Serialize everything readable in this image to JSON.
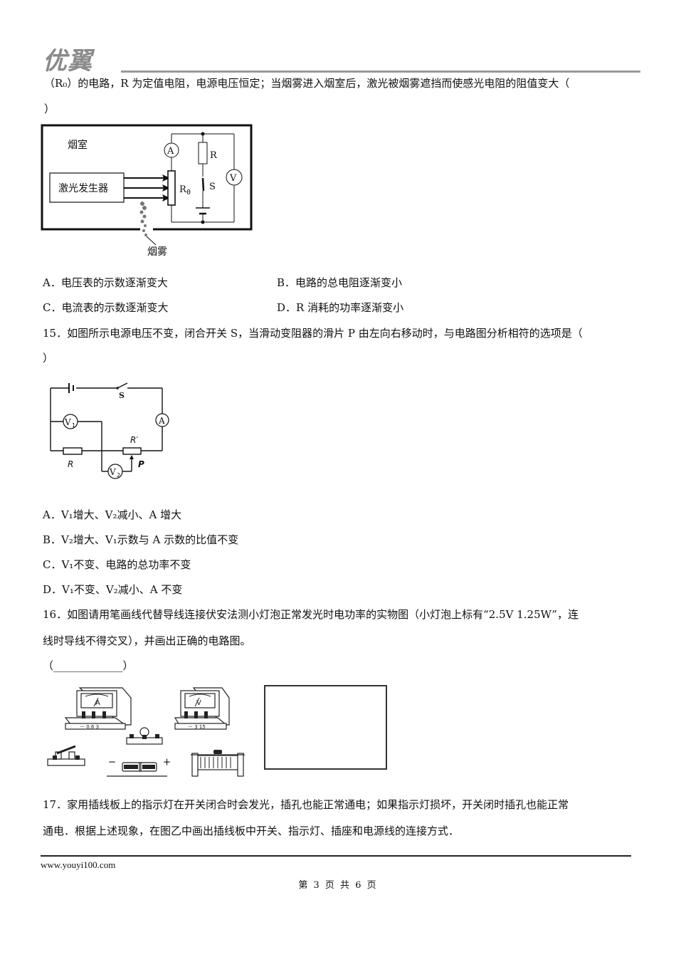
{
  "header": {
    "logo_text": "优翼"
  },
  "q14": {
    "stem_line1": "（R₀）的电路，R 为定值电阻，电源电压恒定；当烟雾进入烟室后，激光被烟雾遮挡而使感光电阻的阻值变大（",
    "stem_line2": "）",
    "figure": {
      "room_label": "烟室",
      "laser_label": "激光发生器",
      "smoke_label": "烟雾",
      "ammeter": "A",
      "voltmeter": "V",
      "resistor_R": "R",
      "resistor_R0": "R0",
      "switch": "S"
    },
    "options": [
      {
        "key": "A",
        "label": "A．电压表的示数逐渐变大"
      },
      {
        "key": "B",
        "label": "B．电路的总电阻逐渐变小"
      },
      {
        "key": "C",
        "label": "C．电流表的示数逐渐变大"
      },
      {
        "key": "D",
        "label": "D．R 消耗的功率逐渐变小"
      }
    ]
  },
  "q15": {
    "stem_line1": "15．如图所示电源电压不变，闭合开关 S，当滑动变阻器的滑片 P 由左向右移动时，与电路图分析相符的选项是（",
    "stem_line2": "）",
    "figure": {
      "switch": "S",
      "ammeter": "A",
      "v1": "V1",
      "v2": "V2",
      "resistor_R": "R",
      "rheostat": "R′",
      "slider": "P"
    },
    "options": [
      {
        "key": "A",
        "label": "A．V₁增大、V₂减小、A 增大"
      },
      {
        "key": "B",
        "label": "B．V₂增大、V₁示数与 A 示数的比值不变"
      },
      {
        "key": "C",
        "label": "C．V₁不变、电路的总功率不变"
      },
      {
        "key": "D",
        "label": "D．V₁不变、V₂减小、A 不变"
      }
    ]
  },
  "q16": {
    "stem_line1": "16．如图请用笔画线代替导线连接伏安法测小灯泡正常发光时电功率的实物图（小灯泡上标有“2.5V 1.25W”，连",
    "stem_line2": "线时导线不得交叉），并画出正确的电路图。",
    "answer_blank": "（_____________）",
    "figure": {
      "ammeter_scale": "－ 0.6  3",
      "voltmeter_scale": "－ 3  15",
      "ammeter": "A",
      "voltmeter": "V",
      "battery_minus": "－",
      "battery_plus": "＋"
    }
  },
  "q17": {
    "stem_line1": "17．家用插线板上的指示灯在开关闭合时会发光，插孔也能正常通电；如果指示灯损坏，开关闭时插孔也能正常",
    "stem_line2": "通电．根据上述现象，在图乙中画出插线板中开关、指示灯、插座和电源线的连接方式．"
  },
  "footer": {
    "url": "www.youyi100.com",
    "page": "第 3 页 共 6 页"
  }
}
